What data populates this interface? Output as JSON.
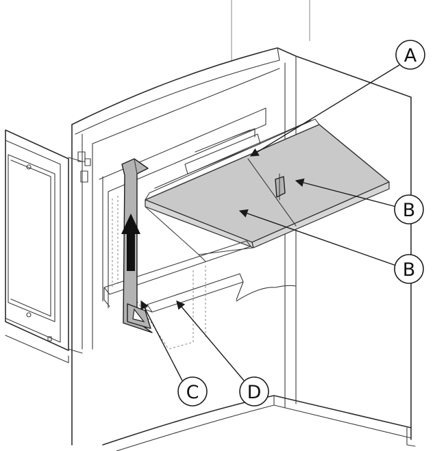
{
  "callouts": [
    {
      "id": "a",
      "label": "A"
    },
    {
      "id": "b1",
      "label": "B"
    },
    {
      "id": "b2",
      "label": "B"
    },
    {
      "id": "c",
      "label": "C"
    },
    {
      "id": "d",
      "label": "D"
    }
  ],
  "colors": {
    "panel_fill": "#c9c9c9",
    "tool_fill": "#b3b3b3",
    "line": "#2b2b2b",
    "arrow": "#1a1a1a"
  }
}
